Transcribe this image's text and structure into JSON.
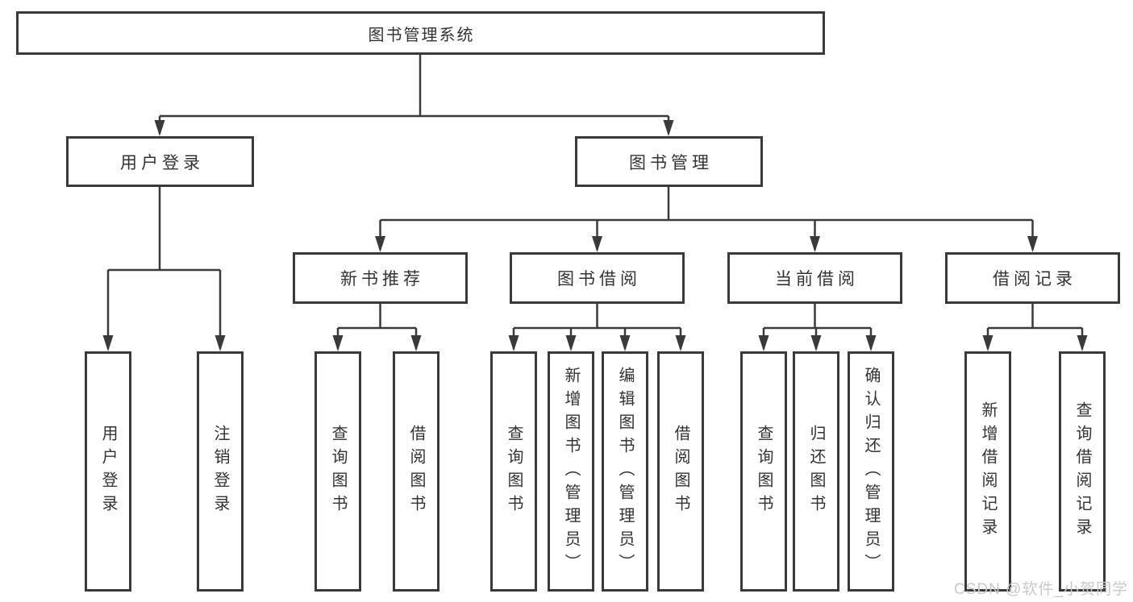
{
  "diagram": {
    "root": "图书管理系统",
    "level2": {
      "user_login": "用户登录",
      "book_mgmt": "图书管理"
    },
    "level3": {
      "new_book_rec": "新书推荐",
      "book_borrow": "图书借阅",
      "current_borrow": "当前借阅",
      "borrow_records": "借阅记录"
    },
    "leaves": {
      "user_login": "用户登录",
      "logout": "注销登录",
      "rec_query_book": "查询图书",
      "rec_borrow_book": "借阅图书",
      "bb_query_book": "查询图书",
      "bb_add_book": "新增图书（管理员）",
      "bb_edit_book": "编辑图书（管理员）",
      "bb_borrow_book": "借阅图书",
      "cb_query_book": "查询图书",
      "cb_return_book": "归还图书",
      "cb_confirm_return": "确认归还（管理员）",
      "br_add_record": "新增借阅记录",
      "br_query_record": "查询借阅记录"
    }
  },
  "watermark": "CSDN @软件_小贺同学",
  "colors": {
    "line": "#3a3a3a",
    "text": "#333333",
    "box_fill": "#ffffff",
    "watermark": "#c9c9c9"
  }
}
